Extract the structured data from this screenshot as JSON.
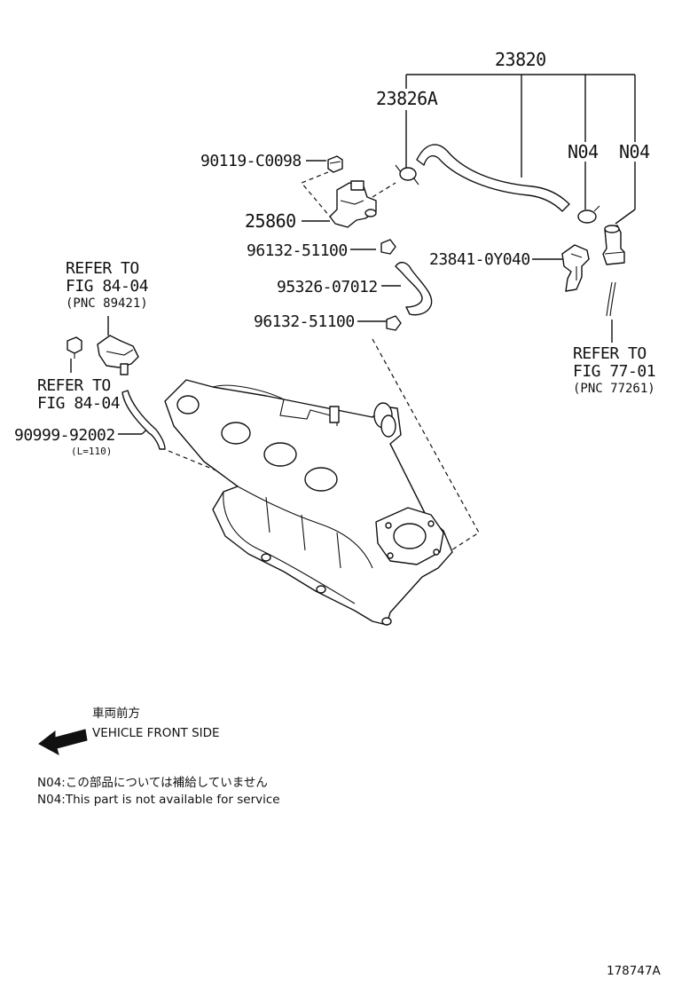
{
  "labels": {
    "p23820": "23820",
    "p23826A": "23826A",
    "n04_a": "N04",
    "n04_b": "N04",
    "p90119": "90119-C0098",
    "p25860": "25860",
    "p96132_a": "96132-51100",
    "p23841": "23841-0Y040",
    "p95326": "95326-07012",
    "p96132_b": "96132-51100",
    "p90999": "90999-92002",
    "p90999_len": "(L=110)"
  },
  "refs": {
    "ref1_l1": "REFER TO",
    "ref1_l2": "FIG 84-04",
    "ref1_l3": "(PNC 89421)",
    "ref2_l1": "REFER TO",
    "ref2_l2": "FIG 84-04",
    "ref3_l1": "REFER TO",
    "ref3_l2": "FIG 77-01",
    "ref3_l3": "(PNC 77261)"
  },
  "direction": {
    "jp": "車両前方",
    "en": "VEHICLE FRONT SIDE"
  },
  "notes": {
    "jp": "N04:この部品については補給していません",
    "en": "N04:This part is not available for service"
  },
  "figure_id": "178747A"
}
